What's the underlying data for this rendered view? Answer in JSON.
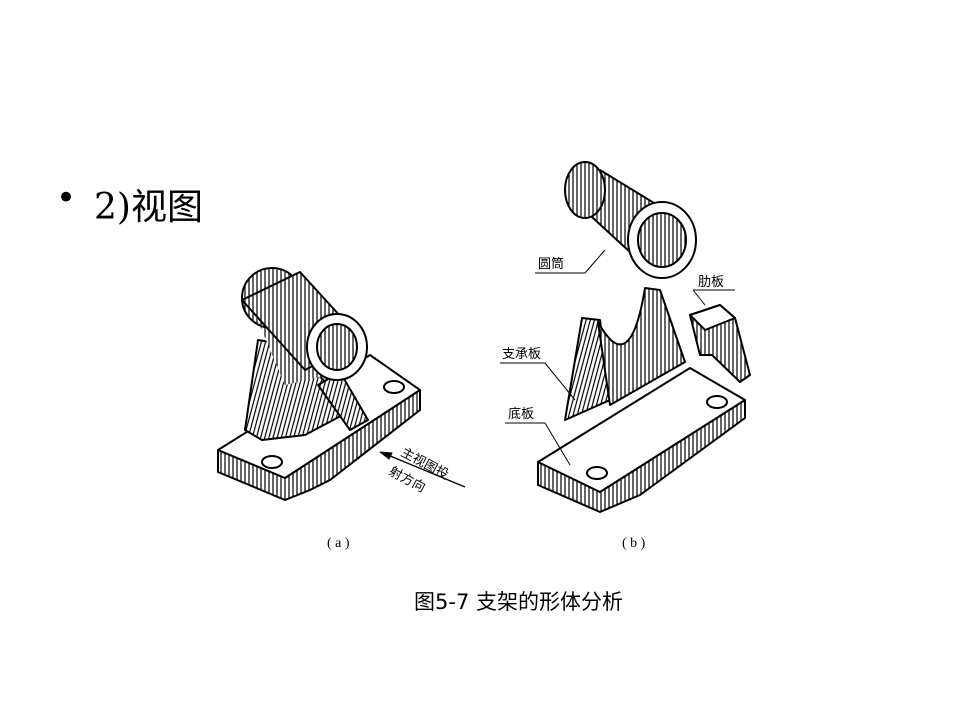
{
  "slide": {
    "bullet": "•",
    "heading": "2)视图"
  },
  "figure_a": {
    "direction_label_line1": "主视图投",
    "direction_label_line2": "射方向",
    "sublabel": "( a )"
  },
  "figure_b": {
    "labels": {
      "cylinder": "圆筒",
      "rib": "肋板",
      "support_plate": "支承板",
      "base_plate": "底板"
    },
    "sublabel": "( b )"
  },
  "caption": "图5-7  支架的形体分析"
}
